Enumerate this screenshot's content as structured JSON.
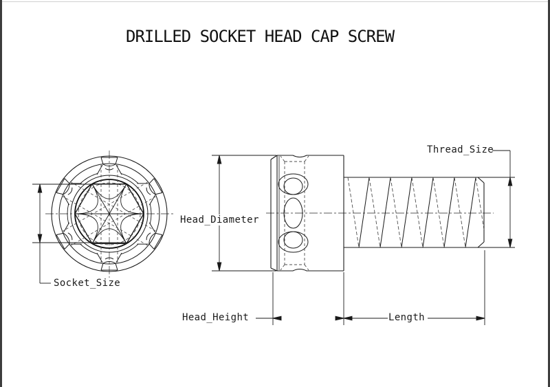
{
  "drawing": {
    "title": "DRILLED SOCKET HEAD CAP SCREW",
    "labels": {
      "socket_size": "Socket_Size",
      "head_diameter": "Head_Diameter",
      "thread_size": "Thread_Size",
      "head_height": "Head_Height",
      "length": "Length"
    },
    "views": {
      "end_view": "drilled socket head end view with hex socket",
      "side_view": "side view with drilled head and threaded shank"
    },
    "colors": {
      "ink": "#1a1a1a",
      "hidden_line": "#4d4d4d",
      "center_line": "#5a5a5a",
      "background": "#ffffff",
      "frame": "#3d3d3d"
    }
  }
}
